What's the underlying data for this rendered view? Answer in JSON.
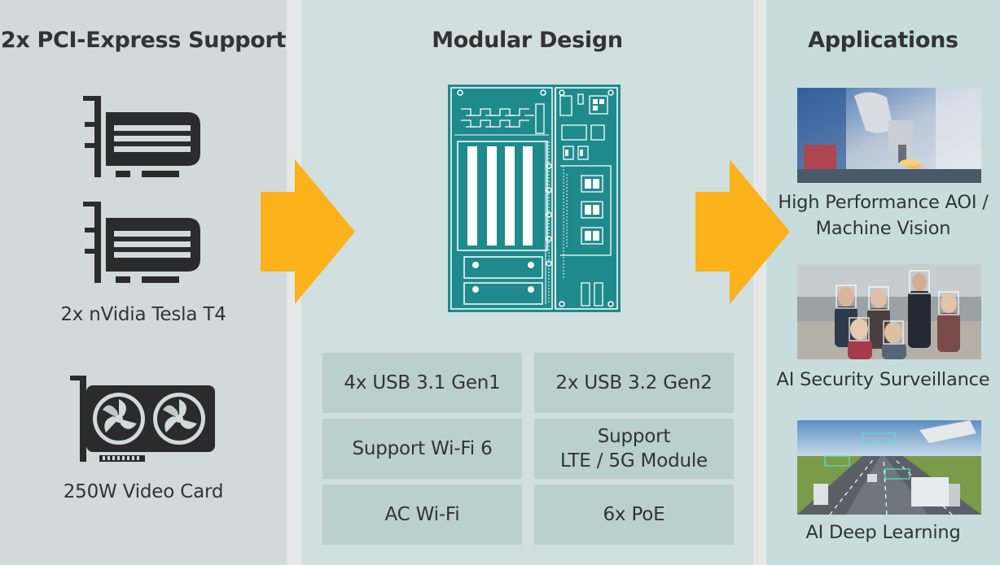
{
  "columns": {
    "left": {
      "title": "2x PCI-Express Support",
      "items": [
        {
          "caption": "2x nVidia Tesla T4",
          "icon": "gpu-card-icon"
        },
        {
          "caption": "250W Video Card",
          "icon": "video-card-fans-icon"
        }
      ]
    },
    "middle": {
      "title": "Modular Design",
      "board_icon": "motherboard-diagram",
      "features": [
        "4x USB 3.1 Gen1",
        "2x USB 3.2 Gen2",
        "Support Wi-Fi 6",
        "Support\nLTE / 5G Module",
        "AC Wi-Fi",
        "6x PoE"
      ]
    },
    "right": {
      "title": "Applications",
      "items": [
        {
          "caption": "High Performance AOI /\nMachine Vision",
          "image": "robot-arm-inspection-photo"
        },
        {
          "caption": "AI Security Surveillance",
          "image": "face-recognition-crowd-photo"
        },
        {
          "caption": "AI Deep Learning",
          "image": "highway-traffic-camera-photo"
        }
      ]
    }
  },
  "colors": {
    "arrow": "#fbb21b",
    "board_teal": "#1f8a8c",
    "icon_dark": "#2b2b2b"
  }
}
